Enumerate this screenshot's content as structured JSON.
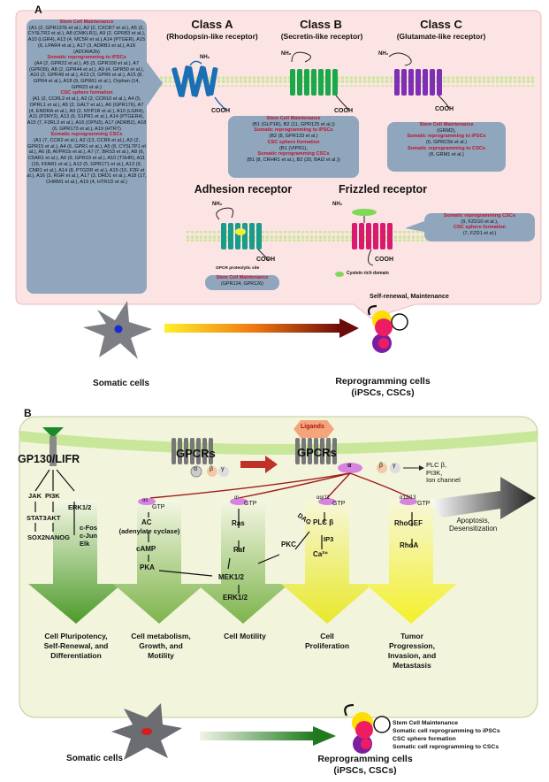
{
  "panel_a": {
    "label": "A",
    "left_box": [
      {
        "h": "Stem Cell Maintenance",
        "t": "(A1 (2, GPR137b et al.), A2 (2, CXCR7 et al.), A5 (2, CYSLTR2 et al.), A8 (CMKLR1), A9 (2, GPR83 et al.), A10 (LGR4), A13 (4, MC5R et al.),A14 (PTGER), A15 (6, LPAR4 et al.), A17 (3, ADRB1 et al.), A18 (ADORA2b)"
      },
      {
        "h": "Somatic reprogramming to iPSCs",
        "t": "(A4 (2, GPR22 et al.), A5 (3, GPR100 et al.), A7 (GPR39), A8 (2, GPR44 et al.), A9 (4, GPR50 et al.), A10 (2, GPR49 et al.), A13 (3, GPR6 et al.), A15 (8, GPR4 et al.), A18 (9, GPR61 et al.), Orphan (14, GPR23 et al.)"
      },
      {
        "h": "CSC sphere formation",
        "t": "(A1 (2, CCRL2 et al.), A2 (2, CCR10 et al.), A4 (5, OPRL1 et al.), A5 (2, GALT et al.), A6 (GPR176), A7 (4, ENDRA et al.), A9 (2, NYP1R et al.), A10 (LGR4), A11 (P2RY2), A13 (6, S1PR1 et al.), A14 (PTGER4), A15 (7, F2RL3 et al.), A16 (OPN3), A17 (ADRB2), A18 (6, GPR173 et al.), A19 (HTR7)"
      },
      {
        "h": "Somatic reprogramming CSCs",
        "t": "(A1 (7, CCR2 et al.), A2 (13, CCR6 et al.), A3 (2, GPR15 et al.), A4 (6, GPR1 et al.), A5 (8, CYSLTP1 et al.), A6 (8, AVPR1b et al.), A7 (7, BRS3 et al.), A8 (6, C5AR1 et al.), A9 (9, GPR19 et al.), A10 (TSHR), A11 (15, FFAR1 et al.), A12 (5, GPR171 et al.), A13 (9, CNR1 et al.), A14 (8, PTGDR et al.), A15 (10, F2R et al.), A16 (3, RGR et al.), A17 (3, DRD1 et al.), A18 (17, CHRM1 et al.), A19 (4, HTR1D et al.)"
      }
    ],
    "class_a": {
      "title": "Class A",
      "subtitle": "(Rhodopsin-like receptor)"
    },
    "class_b": {
      "title": "Class B",
      "subtitle": "(Secretin-like receptor)"
    },
    "class_c": {
      "title": "Class C",
      "subtitle": "(Glutamate-like receptor)"
    },
    "nh2": "NH₂",
    "cooh": "COOH",
    "class_b_box": [
      {
        "h": "Stem Cell Maintenance",
        "t": "(B1 (GLP1R), B2 (11, GPR125 et al.))"
      },
      {
        "h": "Somatic reprogramming to iPSCs",
        "t": "(B2 (8, GPR133 et al.)"
      },
      {
        "h": "CSC sphere formation",
        "t": "(B1 (VIPR1),"
      },
      {
        "h": "Somatic reprogramming CSCs",
        "t": "(B1 (8, CRHR1 et al.), B2 (20, BAI2 et al.))"
      }
    ],
    "class_c_box": [
      {
        "h": "Stem Cell Maintenance",
        "t": "(GRM2),"
      },
      {
        "h": "Somatic reprogramming to iPSCs",
        "t": "(6, GPRC5b et al.)"
      },
      {
        "h": "Somatic reprogramming to CSCs",
        "t": "(8, GRM1 et al.)"
      }
    ],
    "adhesion": {
      "title": "Adhesion receptor",
      "site": "GPCR proteolytic site",
      "box_h": "Stem Cell Maintenance",
      "box_t": "(GPR124, GPR126)"
    },
    "frizzled": {
      "title": "Frizzled receptor",
      "domain": "Cystein rich domain"
    },
    "frizzled_box": [
      {
        "h": "Somatic reprogramming CSCs",
        "t": "(9, FZD10 et al.),"
      },
      {
        "h": "CSC sphere formation",
        "t": "(7, FZD1 et al.)"
      }
    ],
    "somatic": "Somatic cells",
    "reprog_caption": "Self-renewal, Maintenance",
    "reprog1": "Reprogramming cells",
    "reprog2": "(iPSCs, CSCs)"
  },
  "panel_b": {
    "label": "B",
    "gp130": "GP130/LIFR",
    "gpcrs": "GPCRs",
    "ligands": "Ligands",
    "alpha": "α",
    "beta": "β",
    "gamma": "γ",
    "effectors": [
      "PLC β,",
      "PI3K,",
      "Ion channel"
    ],
    "apoptosis": [
      "Apoptosis,",
      "Desensitization"
    ],
    "gp_nodes": [
      "JAK",
      "PI3K",
      "ERK1/2",
      "STAT3",
      "AKT",
      "SOX2NANOG",
      "c-Fos",
      "c-Jun",
      "Elk"
    ],
    "gs": {
      "sub": "αs",
      "gtp": "GTP",
      "ac": "AC",
      "ac2": "(adenylate cyclase)",
      "camp": "cAMP",
      "pka": "PKA"
    },
    "gi": {
      "sub": "αi",
      "gtp": "GTP",
      "ras": "Ras",
      "raf": "Raf"
    },
    "gq": {
      "sub": "αq/11",
      "gtp": "GTP",
      "dag": "DAG",
      "pkc": "PKC",
      "plc": "PLC β",
      "ip3": "IP3",
      "ca": "Ca²⁺"
    },
    "g12": {
      "sub": "α12/13",
      "gtp": "GTP",
      "rhogef": "RhoGEF",
      "rhoa": "RhoA"
    },
    "mek": "MEK1/2",
    "erk": "ERK1/2",
    "outcomes": [
      [
        "Cell Pluripotency,",
        "Self-Renewal, and",
        "Differentiation"
      ],
      [
        "Cell metabolism,",
        "Growth, and",
        "Motility"
      ],
      [
        "Cell Motility"
      ],
      [
        "Cell",
        "Proliferation"
      ],
      [
        "Tumor",
        "Progression,",
        "Invasion, and",
        "Metastasis"
      ]
    ],
    "somatic": "Somatic cells",
    "reprog1": "Reprogramming cells",
    "reprog2": "(iPSCs, CSCs)",
    "reprog_list": [
      "Stem Cell Maintenance",
      "Somatic cell reprogramming to iPSCs",
      "CSC sphere formation",
      "Somatic cell reprogramming to CSCs"
    ]
  },
  "colors": {
    "panel_a_bg": "#fde4e4",
    "panel_b_bg": "#f2f5dc",
    "box": "#8fa6bd",
    "class_a": "#1a6fb5",
    "class_b": "#1aa84a",
    "class_c": "#7e2fb5",
    "adhesion": "#1a9b8b",
    "frizzled": "#d91a6e",
    "accent_red": "#c0142c"
  }
}
